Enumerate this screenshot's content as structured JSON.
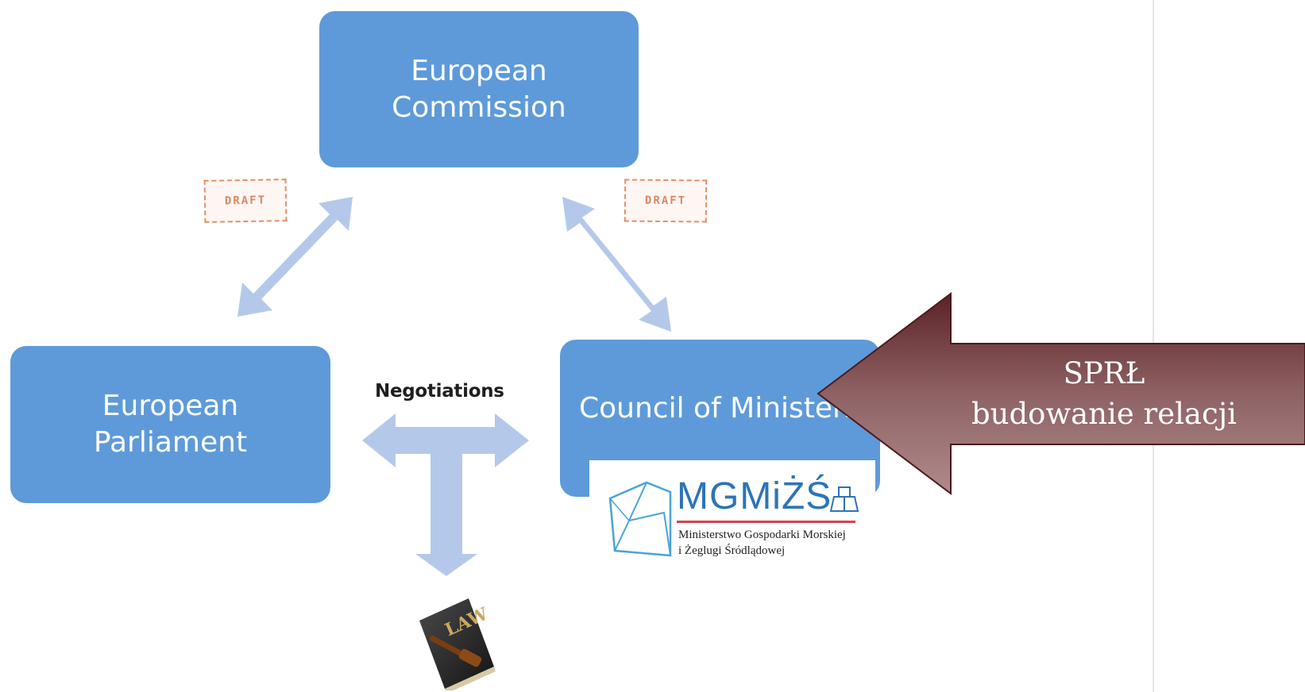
{
  "boxes": {
    "commission": "European Commission",
    "parliament": "European Parliament",
    "council": "Council of Ministers"
  },
  "negotiations_label": "Negotiations",
  "stamps": {
    "left": "DRAFT",
    "right": "DRAFT"
  },
  "logo": {
    "title": "MGMiŻŚ",
    "subtitle_line1": "Ministerstwo Gospodarki Morskiej",
    "subtitle_line2": "i Żeglugi Śródlądowej"
  },
  "law_book_label": "LAW",
  "callout": {
    "line1": "SPRŁ",
    "line2": "budowanie relacji"
  },
  "colors": {
    "box_fill": "#5e9ad9",
    "arrow_fill": "#b4c9ea",
    "callout_dark": "#5c2226",
    "callout_light": "#b08a8c",
    "stamp": "#e58e6a",
    "logo_blue": "#2c74b7",
    "logo_red": "#d9414a"
  },
  "icons": [
    "double-arrow-icon",
    "down-arrow-icon",
    "draft-stamp-icon",
    "law-book-icon",
    "gavel-icon",
    "ministry-logo-icon",
    "ship-icon",
    "left-callout-arrow-icon"
  ]
}
